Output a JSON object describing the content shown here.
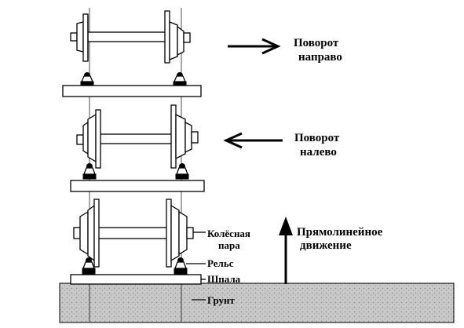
{
  "labels": {
    "turn_right": "Поворот\nнаправо",
    "turn_left": "Поворот\nналево",
    "straight": "Прямолинейное\nдвижение",
    "wheelset": "Колёсная\nпара",
    "rail": "Рельс",
    "sleeper": "Шпала",
    "ground": "Грунт"
  },
  "colors": {
    "ink": "#000000",
    "background": "#ffffff",
    "ground_fill": "#c8c8c8"
  },
  "icons": {
    "arrow_right": "arrow-right-icon",
    "arrow_left": "arrow-left-icon",
    "arrow_up": "arrow-up-icon"
  }
}
